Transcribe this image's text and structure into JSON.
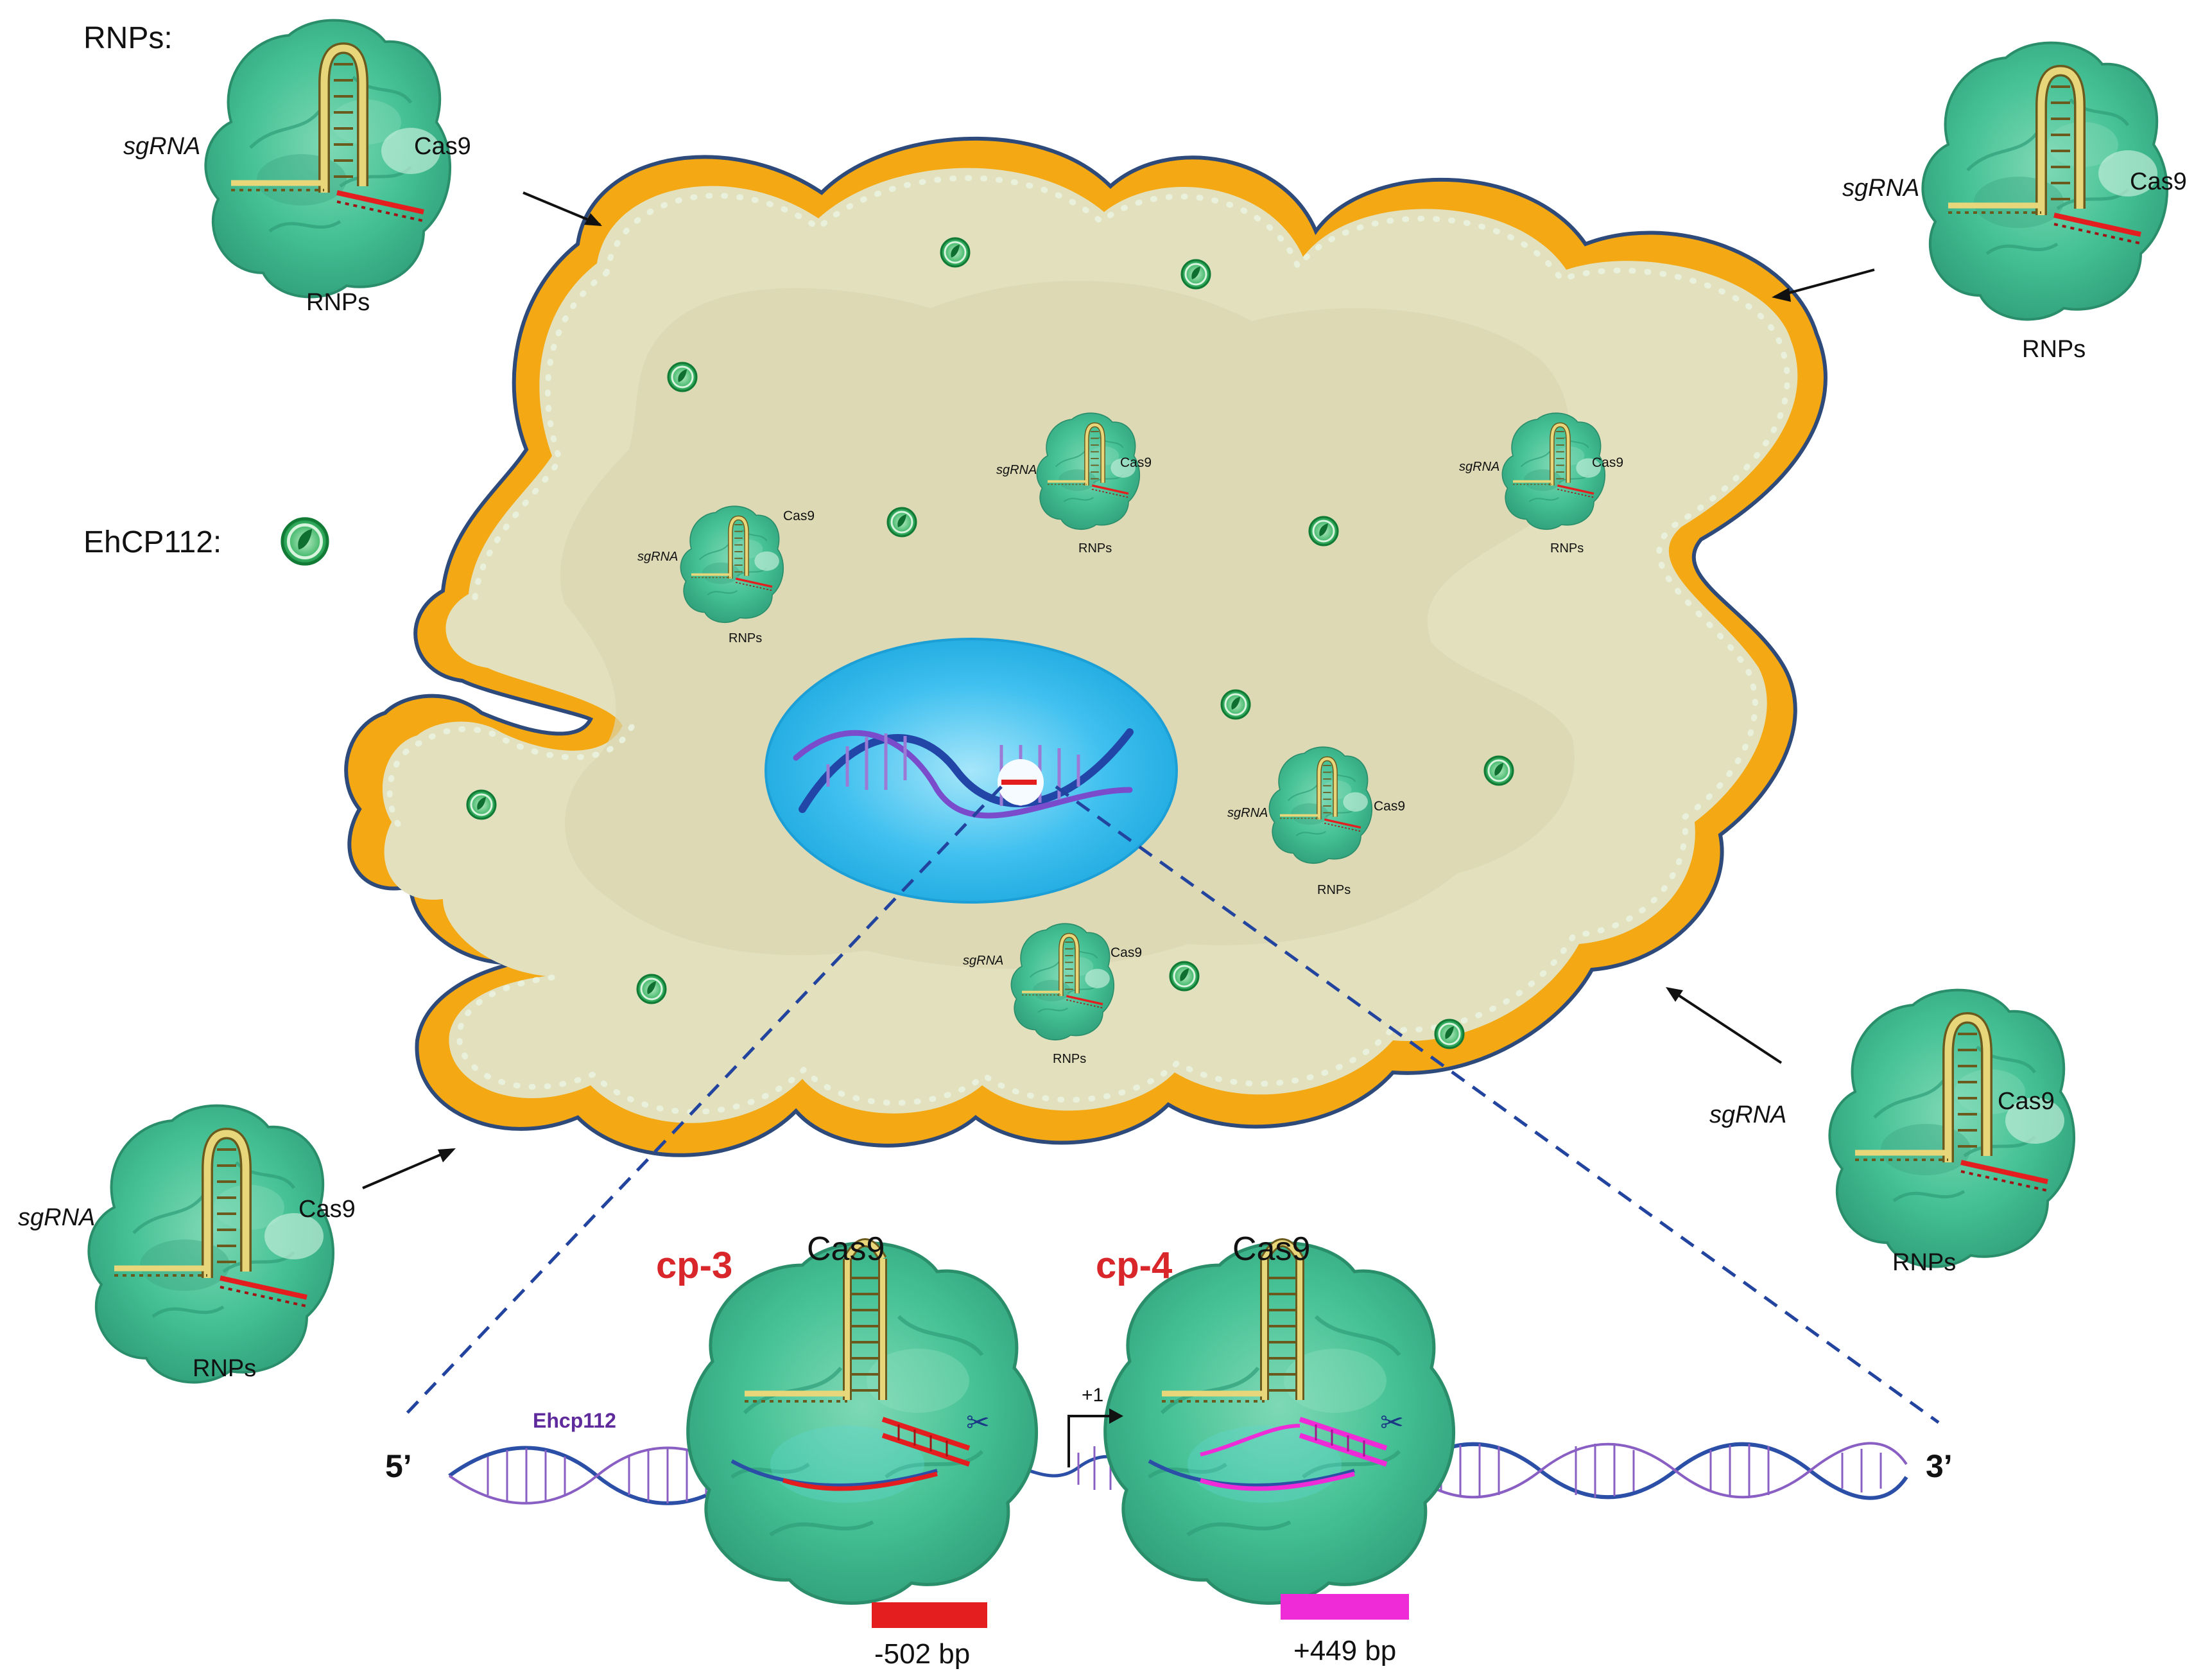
{
  "legend": {
    "rnps_heading": "RNPs:",
    "ehcp_heading": "EhCP112:"
  },
  "complex": {
    "sgrna": "sgRNA",
    "cas9": "Cas9",
    "rnps": "RNPs"
  },
  "bottom": {
    "cp3": "cp-3",
    "cp4": "cp-4",
    "cas9": "Cas9",
    "gene": "Ehcp112",
    "five_prime": "5’",
    "three_prime": "3’",
    "tss": "+1",
    "left_deletion": "-502 bp",
    "right_deletion": "+449 bp"
  },
  "colors": {
    "cytoplasm": "#e3e1bd",
    "ectoplasm": "#f4a813",
    "nucleus": "#29b6ea",
    "protein": "#4fc79a",
    "sgrna": "#e8d77a",
    "cp3": "#e41e1e",
    "cp4": "#ee2bd6",
    "dna": "#2b4fa6",
    "rungs": "#8a5fc4"
  }
}
